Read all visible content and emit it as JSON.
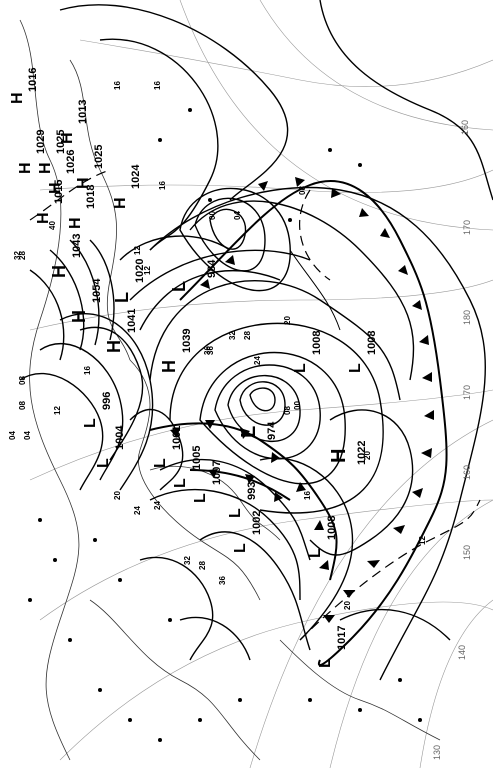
{
  "map": {
    "longitude_labels": [
      "130",
      "140",
      "150",
      "160",
      "170",
      "180",
      "170",
      "160"
    ],
    "isobar_labels": [
      "16",
      "16",
      "16",
      "12",
      "12",
      "08",
      "08",
      "08",
      "04",
      "04",
      "00",
      "00",
      "20",
      "20",
      "20",
      "24",
      "24",
      "28",
      "28",
      "32",
      "32",
      "36",
      "36",
      "40",
      "16",
      "12",
      "16",
      "20",
      "24",
      "28",
      "32",
      "36",
      "08",
      "04",
      "12"
    ],
    "pressure_centers": [
      {
        "type": "H",
        "value": "1016"
      },
      {
        "type": "H",
        "value": "1029"
      },
      {
        "type": "H",
        "value": "1025"
      },
      {
        "type": "H",
        "value": "1026"
      },
      {
        "type": "H",
        "value": "1013"
      },
      {
        "type": "H",
        "value": "1015"
      },
      {
        "type": "H",
        "value": "1018"
      },
      {
        "type": "H",
        "value": "1025"
      },
      {
        "type": "H",
        "value": "1024"
      },
      {
        "type": "L",
        "value": "984"
      },
      {
        "type": "H",
        "value": "1043"
      },
      {
        "type": "H",
        "value": "1054"
      },
      {
        "type": "H",
        "value": "1041"
      },
      {
        "type": "L",
        "value": "1020"
      },
      {
        "type": "H",
        "value": "1039"
      },
      {
        "type": "L",
        "value": "996"
      },
      {
        "type": "L",
        "value": "1004"
      },
      {
        "type": "L",
        "value": "1001"
      },
      {
        "type": "L",
        "value": "1005"
      },
      {
        "type": "L",
        "value": "1007"
      },
      {
        "type": "L",
        "value": "993"
      },
      {
        "type": "L",
        "value": "1002"
      },
      {
        "type": "L",
        "value": "974"
      },
      {
        "type": "L",
        "value": "1008"
      },
      {
        "type": "L",
        "value": "1008"
      },
      {
        "type": "H",
        "value": "1022"
      },
      {
        "type": "L",
        "value": "1008"
      },
      {
        "type": "L",
        "value": "1017"
      }
    ]
  }
}
